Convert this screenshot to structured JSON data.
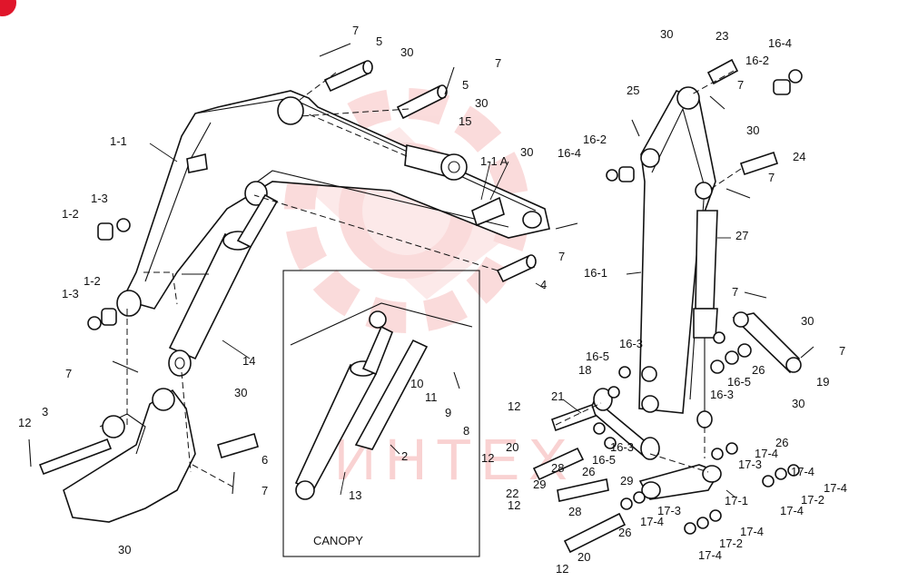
{
  "watermark": {
    "text": "ИНТЕХ",
    "color": "#f08080"
  },
  "corner_badge": {
    "color": "#e0162b"
  },
  "canopy_label": "CANOPY",
  "labels": {
    "l_7_a": "7",
    "l_5_a": "5",
    "l_30_a": "30",
    "l_7_b": "7",
    "l_5_b": "5",
    "l_30_b": "30",
    "l_15": "15",
    "l_30_c": "30",
    "l_1_1a": "1-1 A",
    "l_7_c": "7",
    "l_4": "4",
    "l_1_1": "1-1",
    "l_1_3_a": "1-3",
    "l_1_2_a": "1-2",
    "l_1_2_b": "1-2",
    "l_1_3_b": "1-3",
    "l_7_d": "7",
    "l_14": "14",
    "l_30_d": "30",
    "l_3": "3",
    "l_12_a": "12",
    "l_6": "6",
    "l_7_e": "7",
    "l_30_e": "30",
    "l_10": "10",
    "l_11": "11",
    "l_9": "9",
    "l_8": "8",
    "l_2": "2",
    "l_13": "13",
    "l_30_f": "30",
    "l_23": "23",
    "l_16_4_a": "16-4",
    "l_16_2_a": "16-2",
    "l_7_f": "7",
    "l_25": "25",
    "l_30_g": "30",
    "l_16_2_b": "16-2",
    "l_16_4_b": "16-4",
    "l_24": "24",
    "l_7_g": "7",
    "l_27": "27",
    "l_16_1": "16-1",
    "l_7_h": "7",
    "l_30_h": "30",
    "l_7_i": "7",
    "l_16_3_a": "16-3",
    "l_16_5_a": "16-5",
    "l_18": "18",
    "l_26_a": "26",
    "l_16_5_b": "16-5",
    "l_19": "19",
    "l_16_3_b": "16-3",
    "l_30_i": "30",
    "l_21": "21",
    "l_12_b": "12",
    "l_16_3_c": "16-3",
    "l_16_5_c": "16-5",
    "l_20_a": "20",
    "l_12_c": "12",
    "l_28_a": "28",
    "l_26_b": "26",
    "l_29_a": "29",
    "l_29_b": "29",
    "l_22": "22",
    "l_12_d": "12",
    "l_28_b": "28",
    "l_26_c": "26",
    "l_20_b": "20",
    "l_12_e": "12",
    "l_26_d": "26",
    "l_17_4_a": "17-4",
    "l_17_3_a": "17-3",
    "l_17_4_b": "17-4",
    "l_17_1": "17-1",
    "l_17_4_c": "17-4",
    "l_17_2_a": "17-2",
    "l_17_4_d": "17-4",
    "l_17_3_b": "17-3",
    "l_17_4_e": "17-4",
    "l_17_4_f": "17-4",
    "l_17_2_b": "17-2",
    "l_17_4_g": "17-4"
  }
}
